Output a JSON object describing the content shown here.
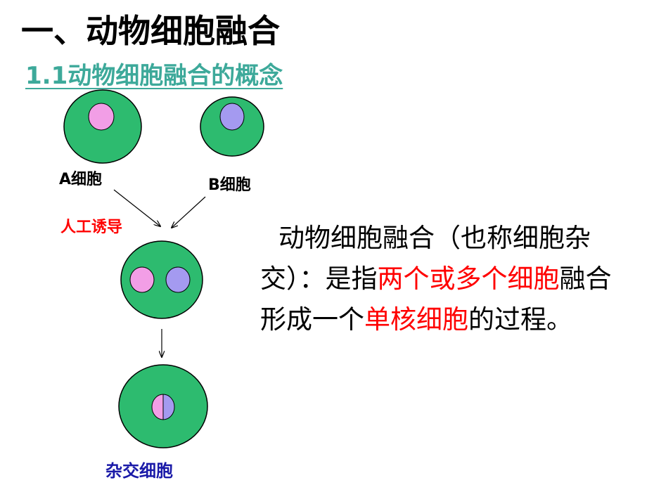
{
  "title": "一、动物细胞融合",
  "subtitle": "1.1动物细胞融合的概念",
  "diagram": {
    "cell_a_label": "A细胞",
    "cell_b_label": "B细胞",
    "induce_label": "人工诱导",
    "hybrid_label": "杂交细胞",
    "colors": {
      "cytoplasm": "#2dbb6f",
      "nucleus_a": "#f29ee6",
      "nucleus_b": "#a49af0",
      "label_red": "#ff0000",
      "label_blue": "#1a1aa8"
    }
  },
  "description": {
    "part1": "动物细胞融合（也称细胞杂交）：是指",
    "red1": "两个或多个细胞",
    "part2": "融合形成一个",
    "red2": "单核细胞",
    "part3": "的过程。"
  }
}
